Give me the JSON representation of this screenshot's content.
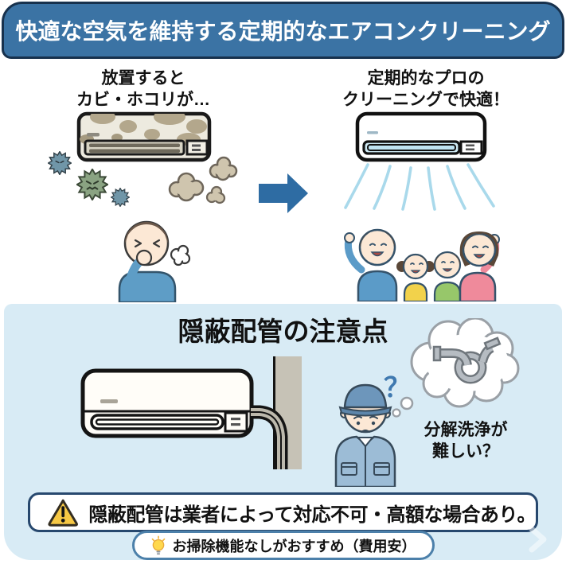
{
  "header": {
    "title": "快適な空気を維持する定期的なエアコンクリーニング"
  },
  "before": {
    "line1": "放置すると",
    "line2": "カビ・ホコリが…"
  },
  "after": {
    "line1": "定期的なプロの",
    "line2": "クリーニングで快適！"
  },
  "hidden_piping": {
    "heading": "隠蔽配管の注意点",
    "question_mark": "？",
    "thought_line1": "分解洗浄が",
    "thought_line2": "難しい？"
  },
  "warning": {
    "text": "隠蔽配管は業者によって対応不可・高額な場合あり。"
  },
  "tip": {
    "text": "お掃除機能なしがおすすめ（費用安）"
  },
  "icons": {
    "arrow_right": "arrow-right-icon",
    "warning": "warning-triangle-icon",
    "lightbulb": "lightbulb-icon",
    "dirty_ac": "dirty-air-conditioner",
    "clean_ac": "clean-air-conditioner",
    "germs": "mold-germ-icons",
    "dust": "dust-cloud-icons",
    "coughing_person": "coughing-person",
    "happy_family": "happy-family",
    "hidden_pipe_ac": "air-conditioner-with-hidden-pipe",
    "worker": "thinking-worker",
    "thought_cloud": "tangled-pipe-thought-bubble"
  },
  "colors": {
    "header_bg": "#3b73a4",
    "header_border": "#17314d",
    "section_bg": "#d8ebf5",
    "arrow": "#2e6ca3",
    "banner_border": "#27486e",
    "pill_border": "#4c80aa",
    "warning_yellow": "#f7c844",
    "airflow": "#a9d9eb",
    "text": "#111111"
  }
}
